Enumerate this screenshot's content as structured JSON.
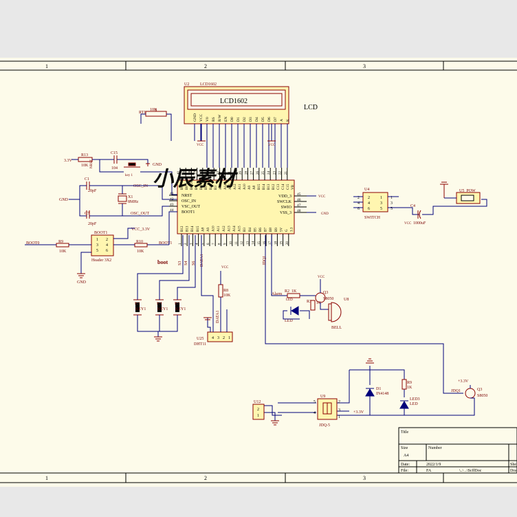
{
  "colors": {
    "page": "#e8e8e8",
    "paper": "#fdfbea",
    "border": "#000000",
    "wire": "#00007a",
    "part": "#8b0000",
    "body": "#fff6b0",
    "label": "#7a0000",
    "watermark": "#000000"
  },
  "zones": {
    "top": [
      "1",
      "2",
      "3"
    ],
    "bottom": [
      "1",
      "2",
      "3"
    ]
  },
  "lcd": {
    "ref": "U2",
    "name": "LCD1602",
    "module_text": "LCD1602",
    "net_label": "LCD",
    "pins": [
      "GND",
      "VCC",
      "V0",
      "RS",
      "R/W",
      "EN",
      "D0",
      "D1",
      "D2",
      "D3",
      "D4",
      "D5",
      "D6",
      "D7",
      "A",
      "K"
    ]
  },
  "pot": {
    "ref": "RT1",
    "value": "10K"
  },
  "watermark": "小辰素材",
  "mcu": {
    "left_pins": [
      {
        "num": "41",
        "name": "NRST"
      },
      {
        "num": "42",
        "name": "OSC_IN"
      },
      {
        "num": "43",
        "name": "VSC_OUT"
      },
      {
        "num": "44",
        "name": "BOOT1"
      }
    ],
    "right_pins": [
      {
        "num": "45",
        "name": "VDD_3"
      },
      {
        "num": "46",
        "name": "SWCLK"
      },
      {
        "num": "47",
        "name": "SWIO"
      },
      {
        "num": "48",
        "name": "VSS_3"
      }
    ],
    "top_pins": [
      "40",
      "39",
      "38",
      "37",
      "36",
      "35",
      "34",
      "33",
      "32",
      "31",
      "30",
      "29",
      "28",
      "27",
      "26",
      "25",
      "24",
      "23",
      "22",
      "21"
    ],
    "top_names": [
      "B9",
      "B8",
      "BOOT0",
      "B7",
      "B6",
      "B5",
      "B4",
      "B3",
      "A15",
      "A14",
      "A13",
      "A12",
      "A11",
      "A10",
      "A9",
      "A8",
      "B15",
      "B14",
      "B13",
      "B12"
    ],
    "top_names_right": [
      "C13",
      "C14",
      "C15",
      "VB"
    ],
    "bottom_names": [
      "B12",
      "B13",
      "B14",
      "B15",
      "A8",
      "A9",
      "A10",
      "A11",
      "A12",
      "A13",
      "A14",
      "A15",
      "B3",
      "B4",
      "B5",
      "B6",
      "B7",
      "B8",
      "B9",
      "5V",
      "G",
      "3.3"
    ],
    "bottom_pins": [
      "1",
      "2",
      "3",
      "4",
      "5",
      "6",
      "7",
      "8",
      "9",
      "10",
      "11",
      "12",
      "13",
      "14",
      "15",
      "16",
      "17",
      "18",
      "19",
      "20"
    ]
  },
  "nets": {
    "vcc": "VCC",
    "gnd": "GND",
    "v33": "3.3V",
    "v33b": "+3.3V",
    "vcc33": "VCC_3.3V",
    "nrst": "NRST",
    "osc_in": "OSC_IN",
    "osc_out": "OSC_OUT",
    "boot0": "BOOT0",
    "boot1": "BOOT1",
    "boot": "boot",
    "data1": "DATA1",
    "jdq1": "JDQ1",
    "alarm": "Alarm",
    "s3": "S3",
    "s4": "S4",
    "s6": "S6"
  },
  "reset": {
    "r_ref": "R13",
    "r_val": "10K",
    "c_ref": "C15",
    "c_val": "104",
    "key_ref": "key 1"
  },
  "crystal": {
    "c1_ref": "C1",
    "c1_val": "20pF",
    "c7_ref": "C7",
    "c7_val": "20pF",
    "x_ref": "X1",
    "x_val": "8MHz"
  },
  "boot_header": {
    "ref": "BOOT1",
    "pins": [
      "1",
      "2",
      "3",
      "4",
      "5",
      "6"
    ],
    "footprint": "Header 3X2",
    "r9_ref": "R9",
    "r9_val": "10K",
    "r10_ref": "R10",
    "r10_val": "10K"
  },
  "keys": [
    {
      "ref": "K3",
      "name": "KEY1"
    },
    {
      "ref": "K4",
      "name": "KEY1"
    },
    {
      "ref": "K6",
      "name": "KEY1"
    }
  ],
  "r8": {
    "ref": "R8",
    "value": "10K"
  },
  "dht": {
    "ref": "U25",
    "name": "DHT11",
    "pins": [
      "4",
      "3",
      "2",
      "1"
    ]
  },
  "sw": {
    "ref": "U4",
    "name": "SWITCH",
    "pins_left": [
      "2",
      "4",
      "6"
    ],
    "pins_right": [
      "1",
      "3",
      "5"
    ]
  },
  "cap4": {
    "ref": "C4",
    "value": "1000uF"
  },
  "pow": {
    "ref": "U5",
    "name": "U5_POW"
  },
  "buzzer": {
    "r_ref": "R2",
    "r_val": "1K",
    "led_ref": "LED",
    "led_name": "LED",
    "r3_ref": "R3",
    "r3_val": "1K",
    "q_ref": "Q3",
    "q_name": "S8050",
    "bell_ref": "U8",
    "bell_name": "BELL"
  },
  "relay": {
    "d_ref": "D1",
    "d_name": "IN4148",
    "r_ref": "R9",
    "r_val": "1K",
    "led_ref": "LED3",
    "led_name": "LED",
    "q_ref": "Q3",
    "q_name": "S8050",
    "u_ref": "U9",
    "u_name": "JDQ-5",
    "pins": [
      "5",
      "2",
      "3",
      "4",
      "1"
    ],
    "con_ref": "U12",
    "con_pins": [
      "2",
      "1"
    ]
  },
  "title_block": {
    "title": "Title",
    "size_label": "Size",
    "size_value": "A4",
    "number_label": "Number",
    "date_label": "Date:",
    "date_value": "2022/1/9",
    "file_label": "File:",
    "file_value": "FA",
    "path_value": "\\..\\ ..\\ScffDoc",
    "sheet_label": "She",
    "drawn_label": "Dra"
  }
}
